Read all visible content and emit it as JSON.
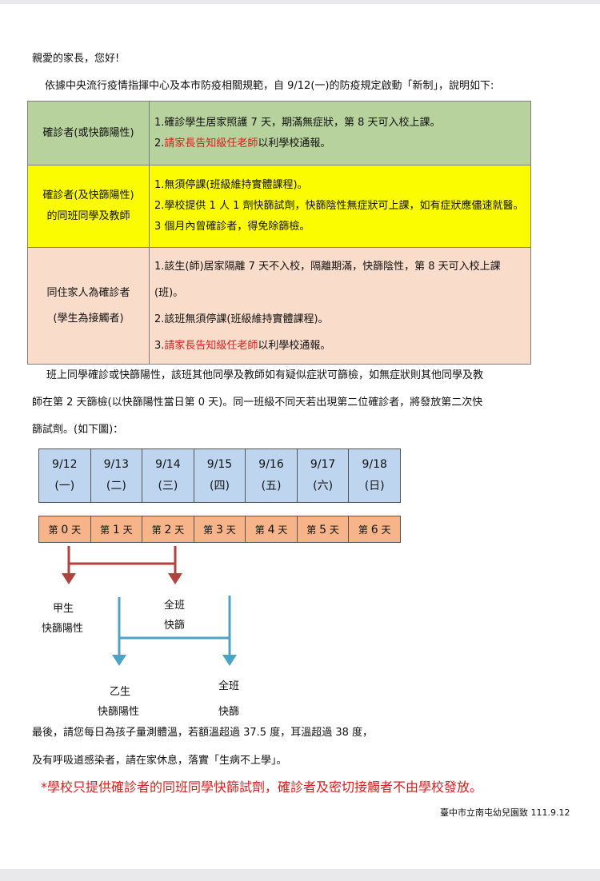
{
  "greeting": "親愛的家長，您好!",
  "intro": "依據中央流行疫情指揮中心及本市防疫相關規範，自 9/12(一)的防疫規定啟動「新制」，說明如下:",
  "table": {
    "row1": {
      "label": "確診者(或快篩陽性)",
      "item1": "1.確診學生居家照護 7 天，期滿無症狀，第 8 天可入校上課。",
      "item2_prefix": "2.",
      "item2_red": "請家長告知級任老師",
      "item2_suffix": "以利學校通報。"
    },
    "row2": {
      "label_line1": "確診者(及快篩陽性)",
      "label_line2": "的同班同學及教師",
      "item1": "1.無須停課(班級維持實體課程)。",
      "item2": "2.學校提供 1 人 1 劑快篩試劑，快篩陰性無症狀可上課，如有症狀應儘速就醫。 3 個月內曾確診者，得免除篩檢。"
    },
    "row3": {
      "label_line1": "同住家人為確診者",
      "label_line2": "(學生為接觸者)",
      "item1": "1.該生(師)居家隔離 7 天不入校，隔離期滿，快篩陰性，第 8 天可入校上課(班)。",
      "item2": "2.該班無須停課(班級維持實體課程)。",
      "item3_prefix": "3.",
      "item3_red": "請家長告知級任老師",
      "item3_suffix": "以利學校通報。"
    }
  },
  "para1_line1": "班上同學確診或快篩陽性，該班其他同學及教師如有疑似症狀可篩檢，如無症狀則其他同學及教",
  "para1_line2": "師在第 2 天篩檢(以快篩陽性當日第 0 天)。同一班級不同天若出現第二位確診者，將發放第二次快",
  "para1_line3": "篩試劑。(如下圖)：",
  "calendar": {
    "dates": [
      "9/12",
      "9/13",
      "9/14",
      "9/15",
      "9/16",
      "9/17",
      "9/18"
    ],
    "weekdays": [
      "(一)",
      "(二)",
      "(三)",
      "(四)",
      "(五)",
      "(六)",
      "(日)"
    ],
    "day_prefix": "第",
    "day_suffix": "天",
    "day_numbers": [
      "0",
      "1",
      "2",
      "3",
      "4",
      "5",
      "6"
    ]
  },
  "diagram": {
    "student_a_line1": "甲生",
    "student_a_line2": "快篩陽性",
    "class1_line1": "全班",
    "class1_line2": "快篩",
    "student_b_line1": "乙生",
    "student_b_line2": "快篩陽性",
    "class2_line1": "全班",
    "class2_line2": "快篩",
    "colors": {
      "red_arrow": "#b5413f",
      "blue_arrow": "#4ba3c6"
    }
  },
  "closing_line1": "最後，請您每日為孩子量測體溫，若額溫超過 37.5 度，耳溫超過 38 度，",
  "closing_line2": "及有呼吸道感染者，請在家休息，落實「生病不上學」。",
  "notice": "*學校只提供確診者的同班同學快篩試劑，確診者及密切接觸者不由學校發放。",
  "signature": "臺中市立南屯幼兒園致 111.9.12"
}
